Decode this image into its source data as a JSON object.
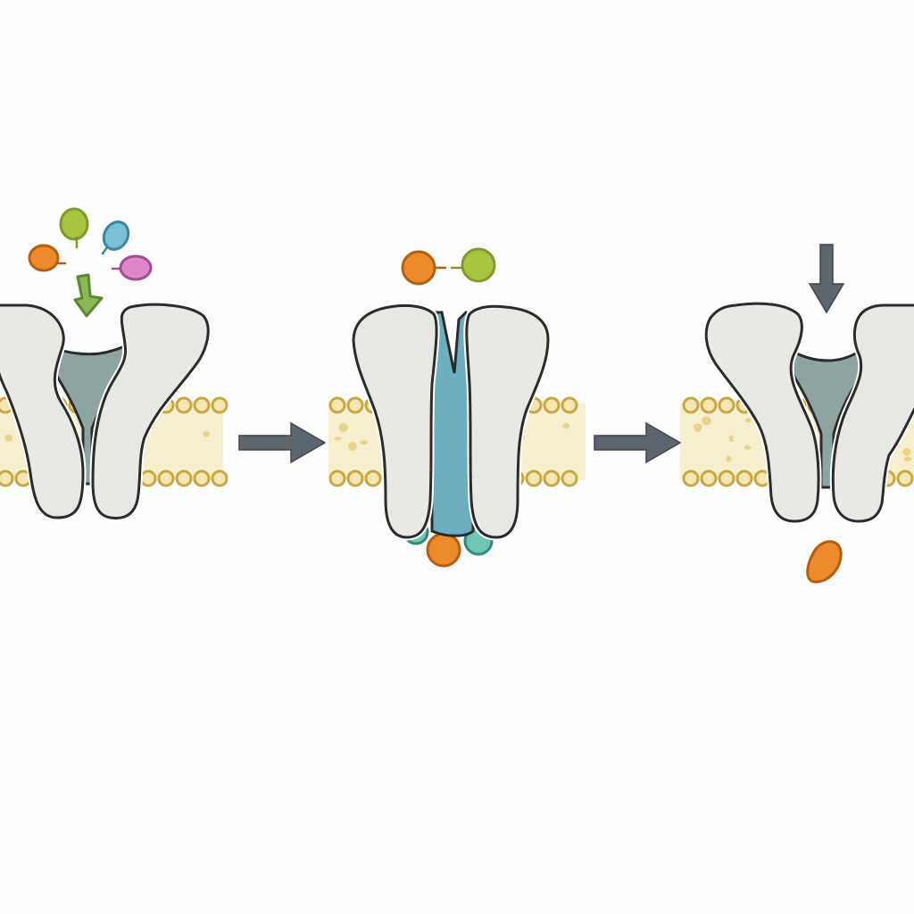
{
  "colors": {
    "background": "#fdfdfc",
    "membrane": "#f6efcf",
    "lipid_head_fill": "#f3e6b0",
    "lipid_head_stroke": "#c9a844",
    "channel_wall": "#e9e9e4",
    "outline": "#2b2b2b",
    "gate_closed": "#8fa3a3",
    "pore_open": "#6aaec0",
    "arrow": "#5b6670",
    "ion_orange": "#ef8a2c",
    "ion_lime": "#a7c441",
    "ion_sky": "#79bfd6",
    "ion_pink": "#dd86c9",
    "ion_green_arrow": "#8db75a",
    "ion_teal": "#6fc6b7"
  },
  "states": [
    {
      "state": "closed",
      "ligands_bound": false,
      "ions": [
        "orange",
        "lime",
        "sky",
        "pink"
      ],
      "incoming": "green-arrow-ligand"
    },
    {
      "state": "open",
      "ligands_bound": true,
      "ions": [
        "orange",
        "lime",
        "teal",
        "orange",
        "teal"
      ]
    },
    {
      "state": "closed",
      "ligands_bound": false,
      "ions": [
        "orange"
      ],
      "incoming": "arrow"
    }
  ],
  "transitions": [
    {
      "from": 1,
      "to": 2,
      "icon": "right-arrow-icon"
    },
    {
      "from": 2,
      "to": 3,
      "icon": "right-arrow-icon"
    }
  ]
}
